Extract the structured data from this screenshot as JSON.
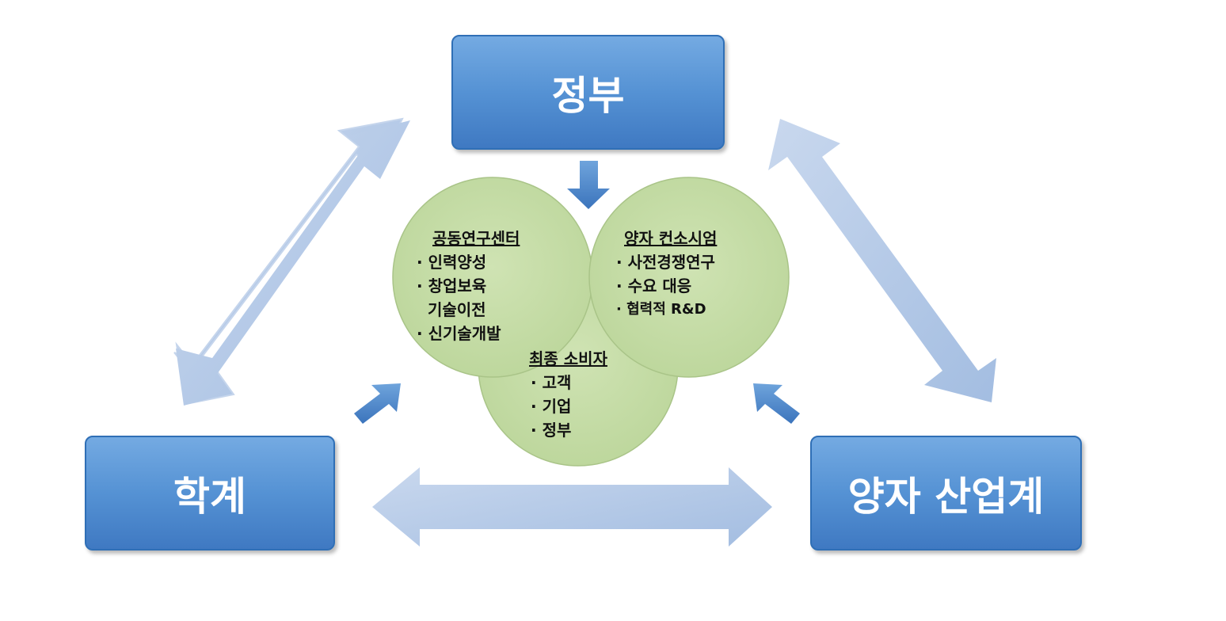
{
  "nodes": {
    "government": "정부",
    "academia": "학계",
    "industry": "양자 산업계"
  },
  "circles": {
    "research_center": {
      "title": "공동연구센터",
      "items": [
        "인력양성",
        "창업보육",
        "기술이전",
        "신기술개발"
      ]
    },
    "consortium": {
      "title": "양자 컨소시엄",
      "items": [
        "사전경쟁연구",
        "수요 대응",
        "협력적 R&D"
      ]
    },
    "end_consumer": {
      "title": "최종 소비자",
      "items": [
        "고객",
        "기업",
        "정부"
      ]
    }
  },
  "colors": {
    "node_fill": "#5592d4",
    "circle_fill": "#c4dca5",
    "arrow_fill": "#b7cbe8"
  },
  "icons": [
    "double-arrow-icon",
    "down-arrow-icon",
    "diagonal-arrow-icon"
  ]
}
